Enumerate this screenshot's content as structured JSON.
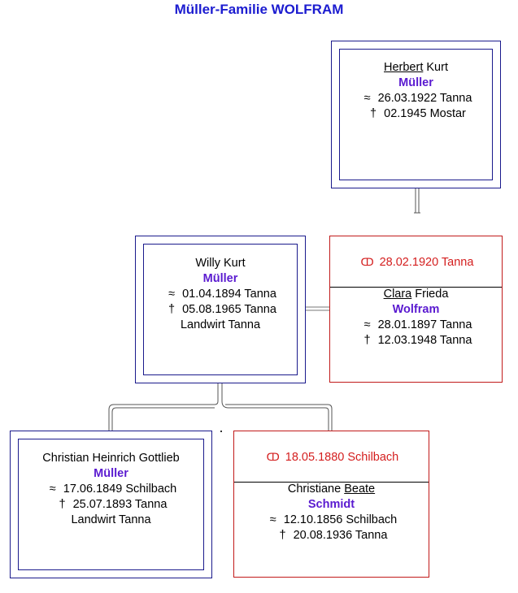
{
  "title": "Müller-Familie WOLFRAM",
  "symbols": {
    "birth": "≈",
    "death": "†",
    "marriage": "ↀ"
  },
  "colors": {
    "title": "#1c1cd0",
    "surname": "#5a1ad0",
    "marriage": "#d41e1e",
    "box_blue": "#1a1a8c",
    "box_red": "#c11a1a"
  },
  "herbert": {
    "given_underlined": "Herbert",
    "given_rest": " Kurt",
    "surname": "Müller",
    "birth": "26.03.1922 Tanna",
    "death": "02.1945 Mostar"
  },
  "willy": {
    "given": "Willy Kurt",
    "surname": "Müller",
    "birth": "01.04.1894 Tanna",
    "death": "05.08.1965 Tanna",
    "occupation": "Landwirt Tanna"
  },
  "clara": {
    "marriage": "28.02.1920 Tanna",
    "given_underlined": "Clara",
    "given_rest": " Frieda",
    "surname": "Wolfram",
    "birth": "28.01.1897 Tanna",
    "death": "12.03.1948 Tanna"
  },
  "christian": {
    "given": "Christian Heinrich Gottlieb",
    "surname": "Müller",
    "birth": "17.06.1849 Schilbach",
    "death": "25.07.1893 Tanna",
    "occupation": "Landwirt Tanna"
  },
  "christiane": {
    "marriage": "18.05.1880 Schilbach",
    "given_plain": "Christiane ",
    "given_underlined": "Beate",
    "surname": "Schmidt",
    "birth": "12.10.1856 Schilbach",
    "death": "20.08.1936 Tanna"
  }
}
